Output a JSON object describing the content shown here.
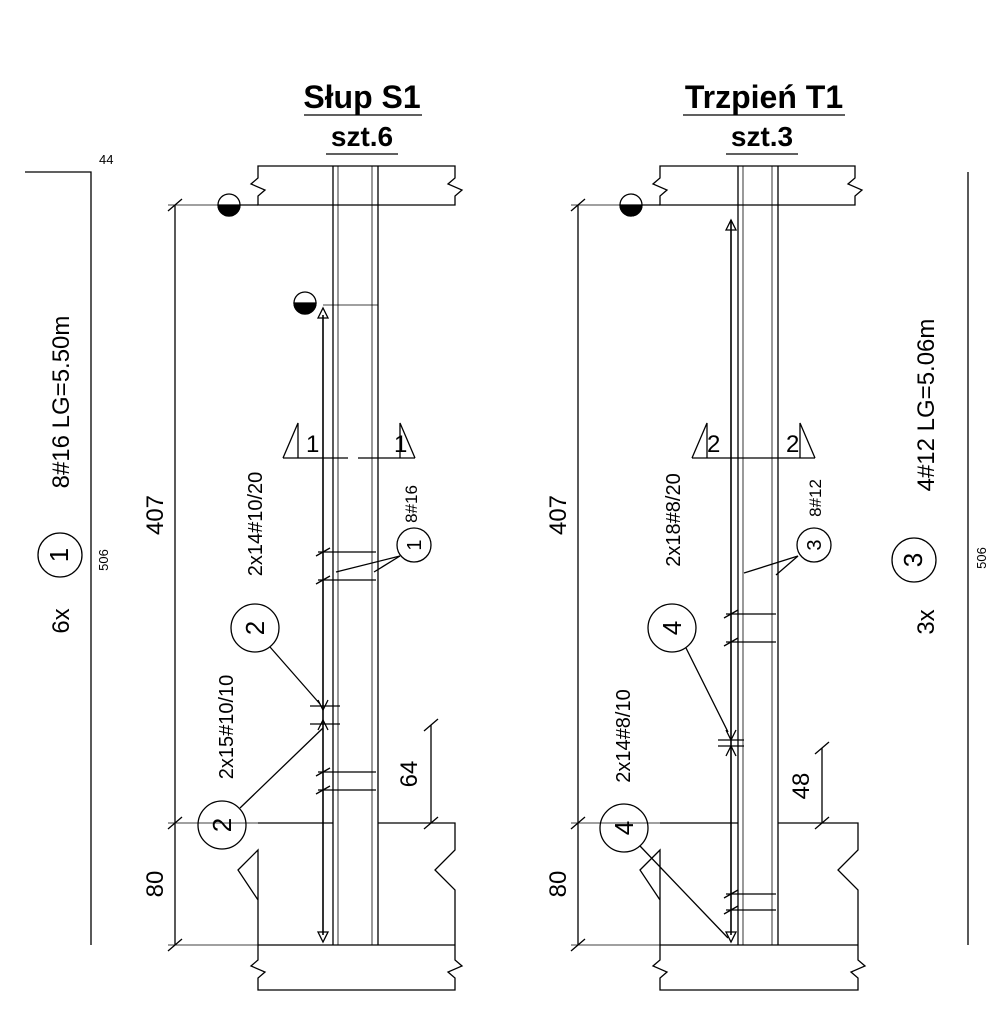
{
  "left": {
    "title_line1": "Słup S1",
    "title_line2": "szt.6",
    "dim_height": "407",
    "dim_base": "80",
    "dim_lap": "64",
    "section_mark": "1",
    "bar_main_mark": "1",
    "bar_main_desc": "8#16",
    "stirrup_mark": "2",
    "stirrup_upper_desc": "2x14#10/20",
    "stirrup_lower_desc": "2x15#10/10",
    "schedule_count": "6x",
    "schedule_mark": "1",
    "schedule_desc": "8#16  LG=5.50m",
    "schedule_len": "506",
    "hook_len": "44"
  },
  "right": {
    "title_line1": "Trzpień T1",
    "title_line2": "szt.3",
    "dim_height": "407",
    "dim_base": "80",
    "dim_lap": "48",
    "section_mark": "2",
    "bar_main_mark": "3",
    "bar_main_desc": "8#12",
    "stirrup_mark": "4",
    "stirrup_upper_desc": "2x18#8/20",
    "stirrup_lower_desc": "2x14#8/10",
    "schedule_count": "3x",
    "schedule_mark": "3",
    "schedule_desc": "4#12  LG=5.06m",
    "schedule_len": "506"
  }
}
